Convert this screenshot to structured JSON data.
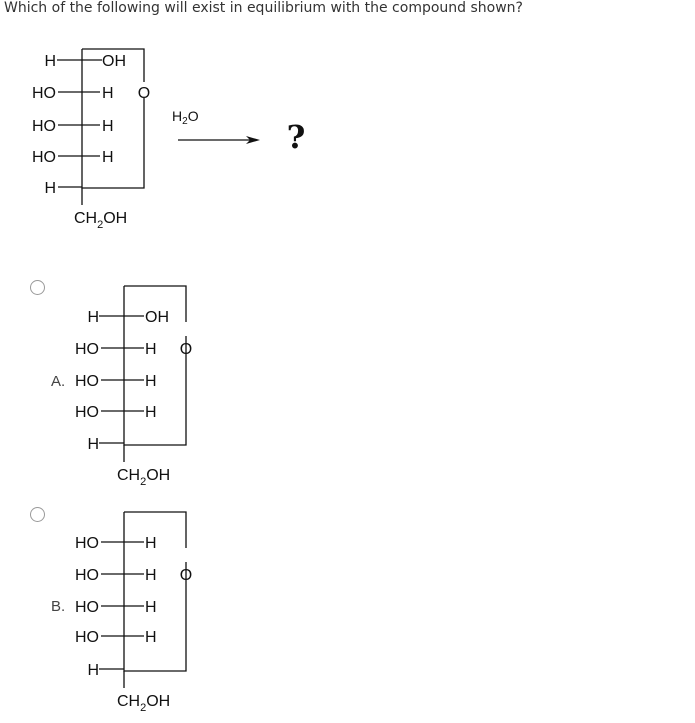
{
  "question": {
    "text": "Which of the following will exist in equilibrium with the compound shown?"
  },
  "reactant": {
    "left_labels": [
      "H",
      "HO",
      "HO",
      "HO",
      "H"
    ],
    "right_labels": [
      "OH",
      "H",
      "H",
      "H"
    ],
    "ring_oxygen": "O",
    "bottom_group": "CH",
    "bottom_subscript": "2",
    "bottom_tail": "OH"
  },
  "reagent": {
    "base": "H",
    "subscript": "2",
    "tail": "O"
  },
  "product": {
    "symbol": "?"
  },
  "options": [
    {
      "letter": "A.",
      "left_labels": [
        "H",
        "HO",
        "HO",
        "HO",
        "H"
      ],
      "right_labels": [
        "OH",
        "H",
        "H",
        "H"
      ],
      "ring_oxygen": "O",
      "bottom_group": "CH",
      "bottom_subscript": "2",
      "bottom_tail": "OH"
    },
    {
      "letter": "B.",
      "left_labels": [
        "HO",
        "HO",
        "HO",
        "HO",
        "H"
      ],
      "right_labels": [
        "H",
        "H",
        "H",
        "H"
      ],
      "ring_oxygen": "O",
      "bottom_group": "CH",
      "bottom_subscript": "2",
      "bottom_tail": "OH"
    }
  ]
}
